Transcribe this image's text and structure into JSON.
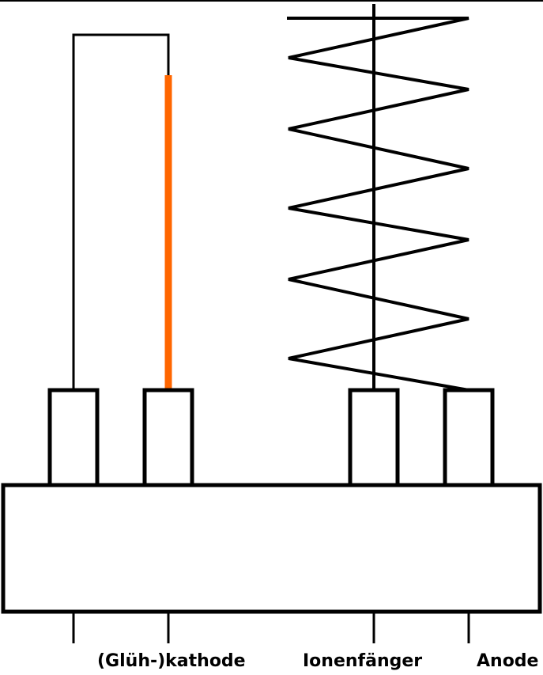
{
  "labels": {
    "cathode": "(Glüh-)kathode",
    "ion_collector": "Ionenfänger",
    "anode": "Anode"
  },
  "colors": {
    "line": "#000000",
    "filament": "#ff6600",
    "background": "#ffffff"
  }
}
